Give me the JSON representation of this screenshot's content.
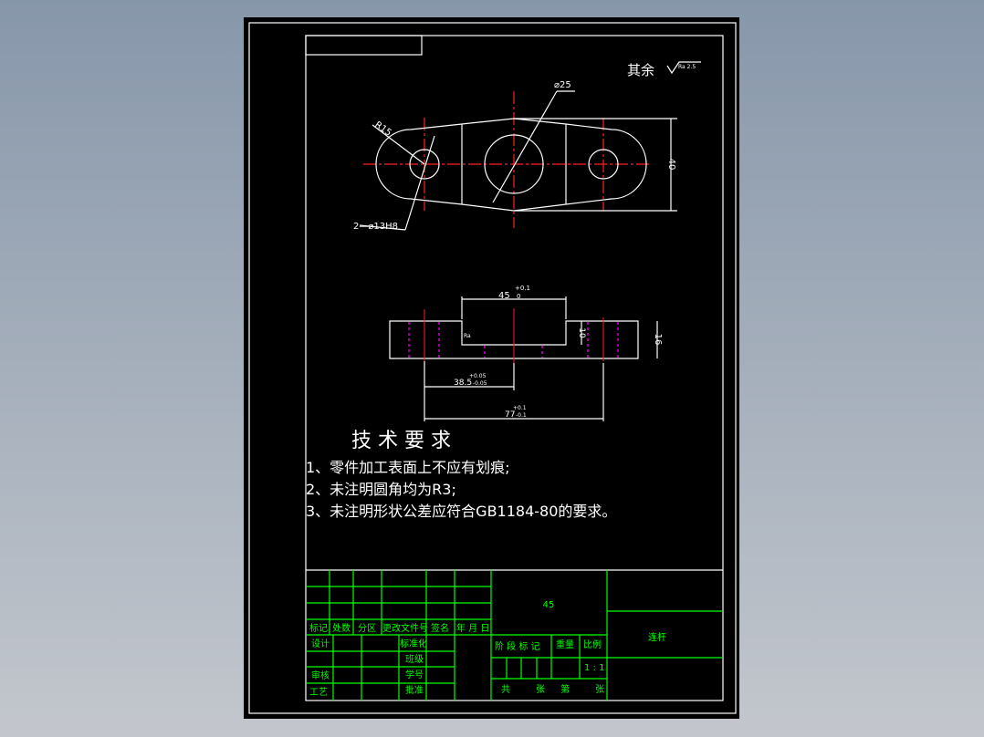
{
  "drawing": {
    "surface_note": "其余",
    "roughness": "Ra 2.5",
    "dims_top": {
      "dia_large": "⌀25",
      "radius": "R15",
      "holes": "2—⌀13H8",
      "height": "40"
    },
    "dims_side": {
      "slot": "45",
      "slot_tol_upper": "+0.1",
      "slot_tol_lower": "0",
      "depth": "10",
      "thickness": "16",
      "half_center": "38.5",
      "half_center_tol_upper": "+0.05",
      "half_center_tol_lower": "-0.05",
      "center_dist": "77",
      "center_dist_tol_upper": "+0.1",
      "center_dist_tol_lower": "-0.1",
      "roughness_small": "Ra"
    },
    "requirements": {
      "title": "技 术 要 求",
      "items": [
        "1、零件加工表面上不应有划痕;",
        "2、未注明圆角均为R3;",
        "3、未注明形状公差应符合GB1184-80的要求。"
      ]
    }
  },
  "title_block": {
    "material": "45",
    "part_name": "连杆",
    "labels": {
      "mark": "标记",
      "count": "处数",
      "zone": "分区",
      "change_doc": "更改文件号",
      "sign": "签名",
      "date": "年 月 日",
      "design": "设计",
      "standard": "标准化",
      "class": "班级",
      "review": "审核",
      "student_no": "学号",
      "process": "工艺",
      "approve": "批准",
      "stage": "阶 段 标 记",
      "weight": "重量",
      "scale": "比例",
      "scale_value": "1 : 1",
      "total": "共",
      "sheets": "张",
      "nth": "第",
      "sheet": "张"
    }
  },
  "colors": {
    "frame": "#ffffff",
    "title_block": "#00ff00",
    "centerline": "#ff2020",
    "hidden": "#ff00ff"
  }
}
